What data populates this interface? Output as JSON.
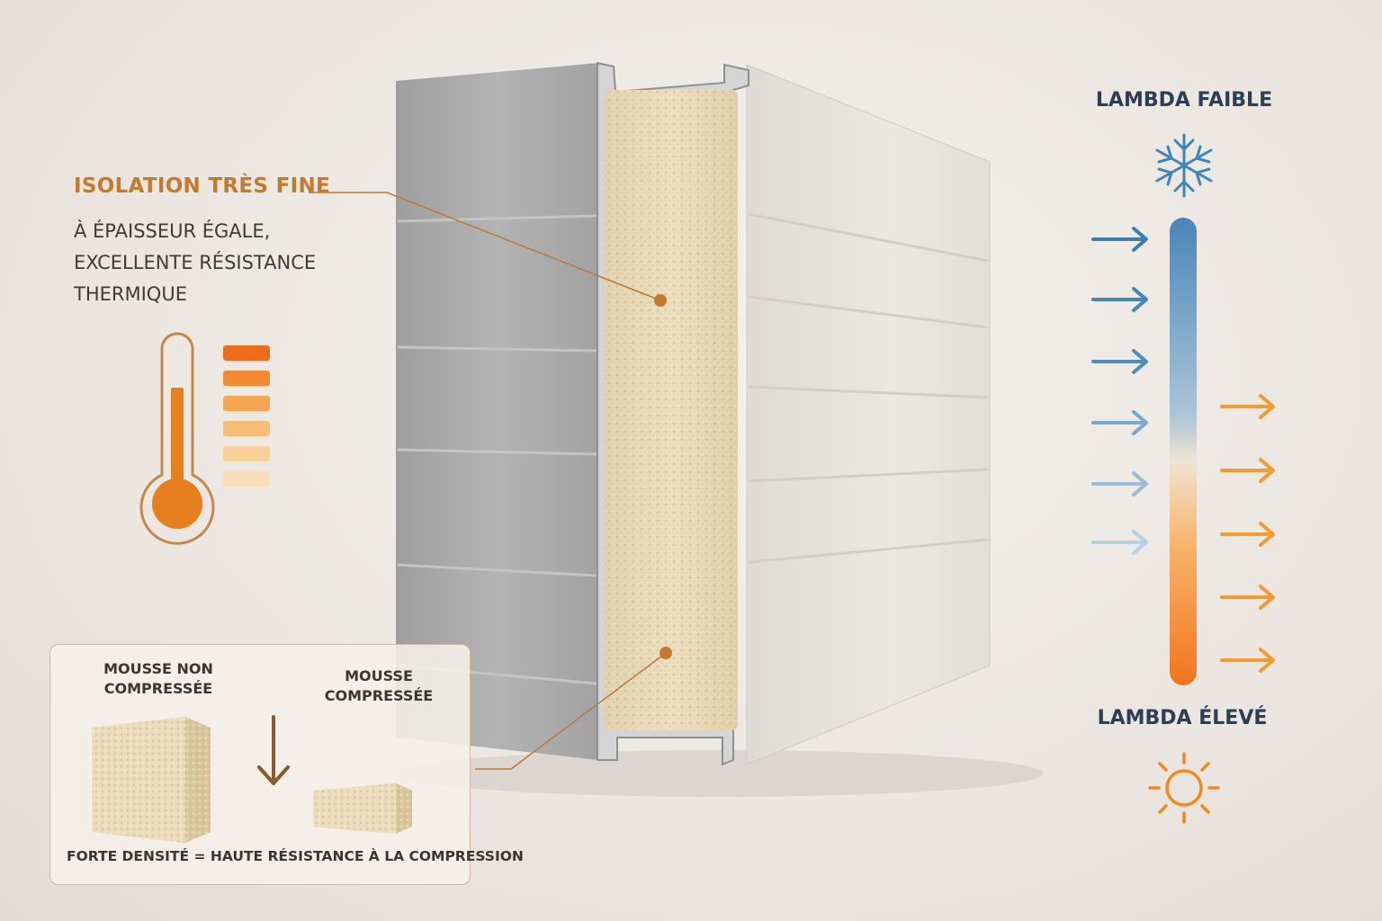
{
  "callout": {
    "title": "ISOLATION TRÈS FINE",
    "lines": [
      "À ÉPAISSEUR ÉGALE,",
      "EXCELLENTE RÉSISTANCE",
      "THERMIQUE"
    ]
  },
  "lambda": {
    "top_label": "LAMBDA FAIBLE",
    "bottom_label": "LAMBDA ÉLEVÉ"
  },
  "inset": {
    "left_label_line1": "MOUSSE NON",
    "left_label_line2": "COMPRESSÉE",
    "right_label_line1": "MOUSSE",
    "right_label_line2": "COMPRESSÉE",
    "caption": "FORTE DENSITÉ = HAUTE RÉSISTANCE À LA COMPRESSION"
  },
  "colors": {
    "accent_orange": "#c47a2c",
    "cold_blue": "#3f86b8",
    "hot_orange": "#f07a1e",
    "foam": "#e9dcbc"
  },
  "icons": {
    "cold": "snowflake-icon",
    "hot": "sun-icon",
    "thermometer": "thermometer-icon"
  }
}
